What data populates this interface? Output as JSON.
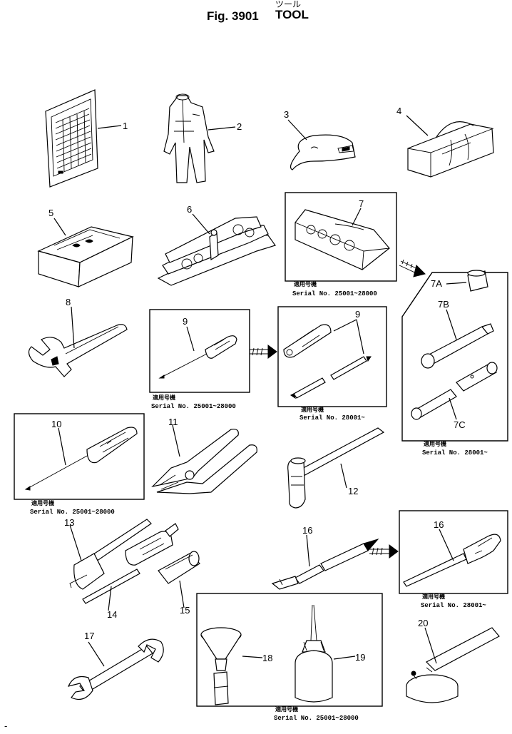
{
  "header": {
    "figure_label": "Fig. 3901",
    "title_kana": "ツール",
    "title": "TOOL"
  },
  "callouts": [
    "1",
    "2",
    "3",
    "4",
    "5",
    "6",
    "7",
    "7A",
    "7B",
    "7C",
    "8",
    "9",
    "9",
    "10",
    "11",
    "12",
    "13",
    "14",
    "15",
    "16",
    "16",
    "17",
    "18",
    "19",
    "20"
  ],
  "serial_notes": [
    {
      "jp": "適用号機",
      "serial": "Serial No. 25001~28000"
    },
    {
      "jp": "適用号機",
      "serial": "Serial No. 28001~"
    },
    {
      "jp": "適用号機",
      "serial": "Serial No. 25001~28000"
    },
    {
      "jp": "適用号機",
      "serial": "Serial No. 28001~"
    },
    {
      "jp": "適用号機",
      "serial": "Serial No. 25001~28000"
    },
    {
      "jp": "適用号機",
      "serial": "Serial No. 28001~"
    },
    {
      "jp": "適用号機",
      "serial": "Serial No. 25001~28000"
    }
  ],
  "footer": {
    "mark": "-"
  }
}
